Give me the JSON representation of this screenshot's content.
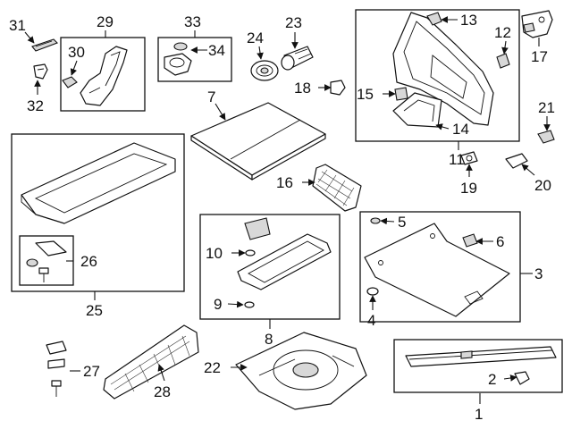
{
  "labels": {
    "p1": "1",
    "p2": "2",
    "p3": "3",
    "p4": "4",
    "p5": "5",
    "p6": "6",
    "p7": "7",
    "p8": "8",
    "p9": "9",
    "p10": "10",
    "p11": "11",
    "p12": "12",
    "p13": "13",
    "p14": "14",
    "p15": "15",
    "p16": "16",
    "p17": "17",
    "p18": "18",
    "p19": "19",
    "p20": "20",
    "p21": "21",
    "p22": "22",
    "p23": "23",
    "p24": "24",
    "p25": "25",
    "p26": "26",
    "p27": "27",
    "p28": "28",
    "p29": "29",
    "p30": "30",
    "p31": "31",
    "p32": "32",
    "p33": "33",
    "p34": "34"
  },
  "colors": {
    "line": "#111111",
    "shade": "#d8d8d8",
    "background": "#ffffff"
  }
}
